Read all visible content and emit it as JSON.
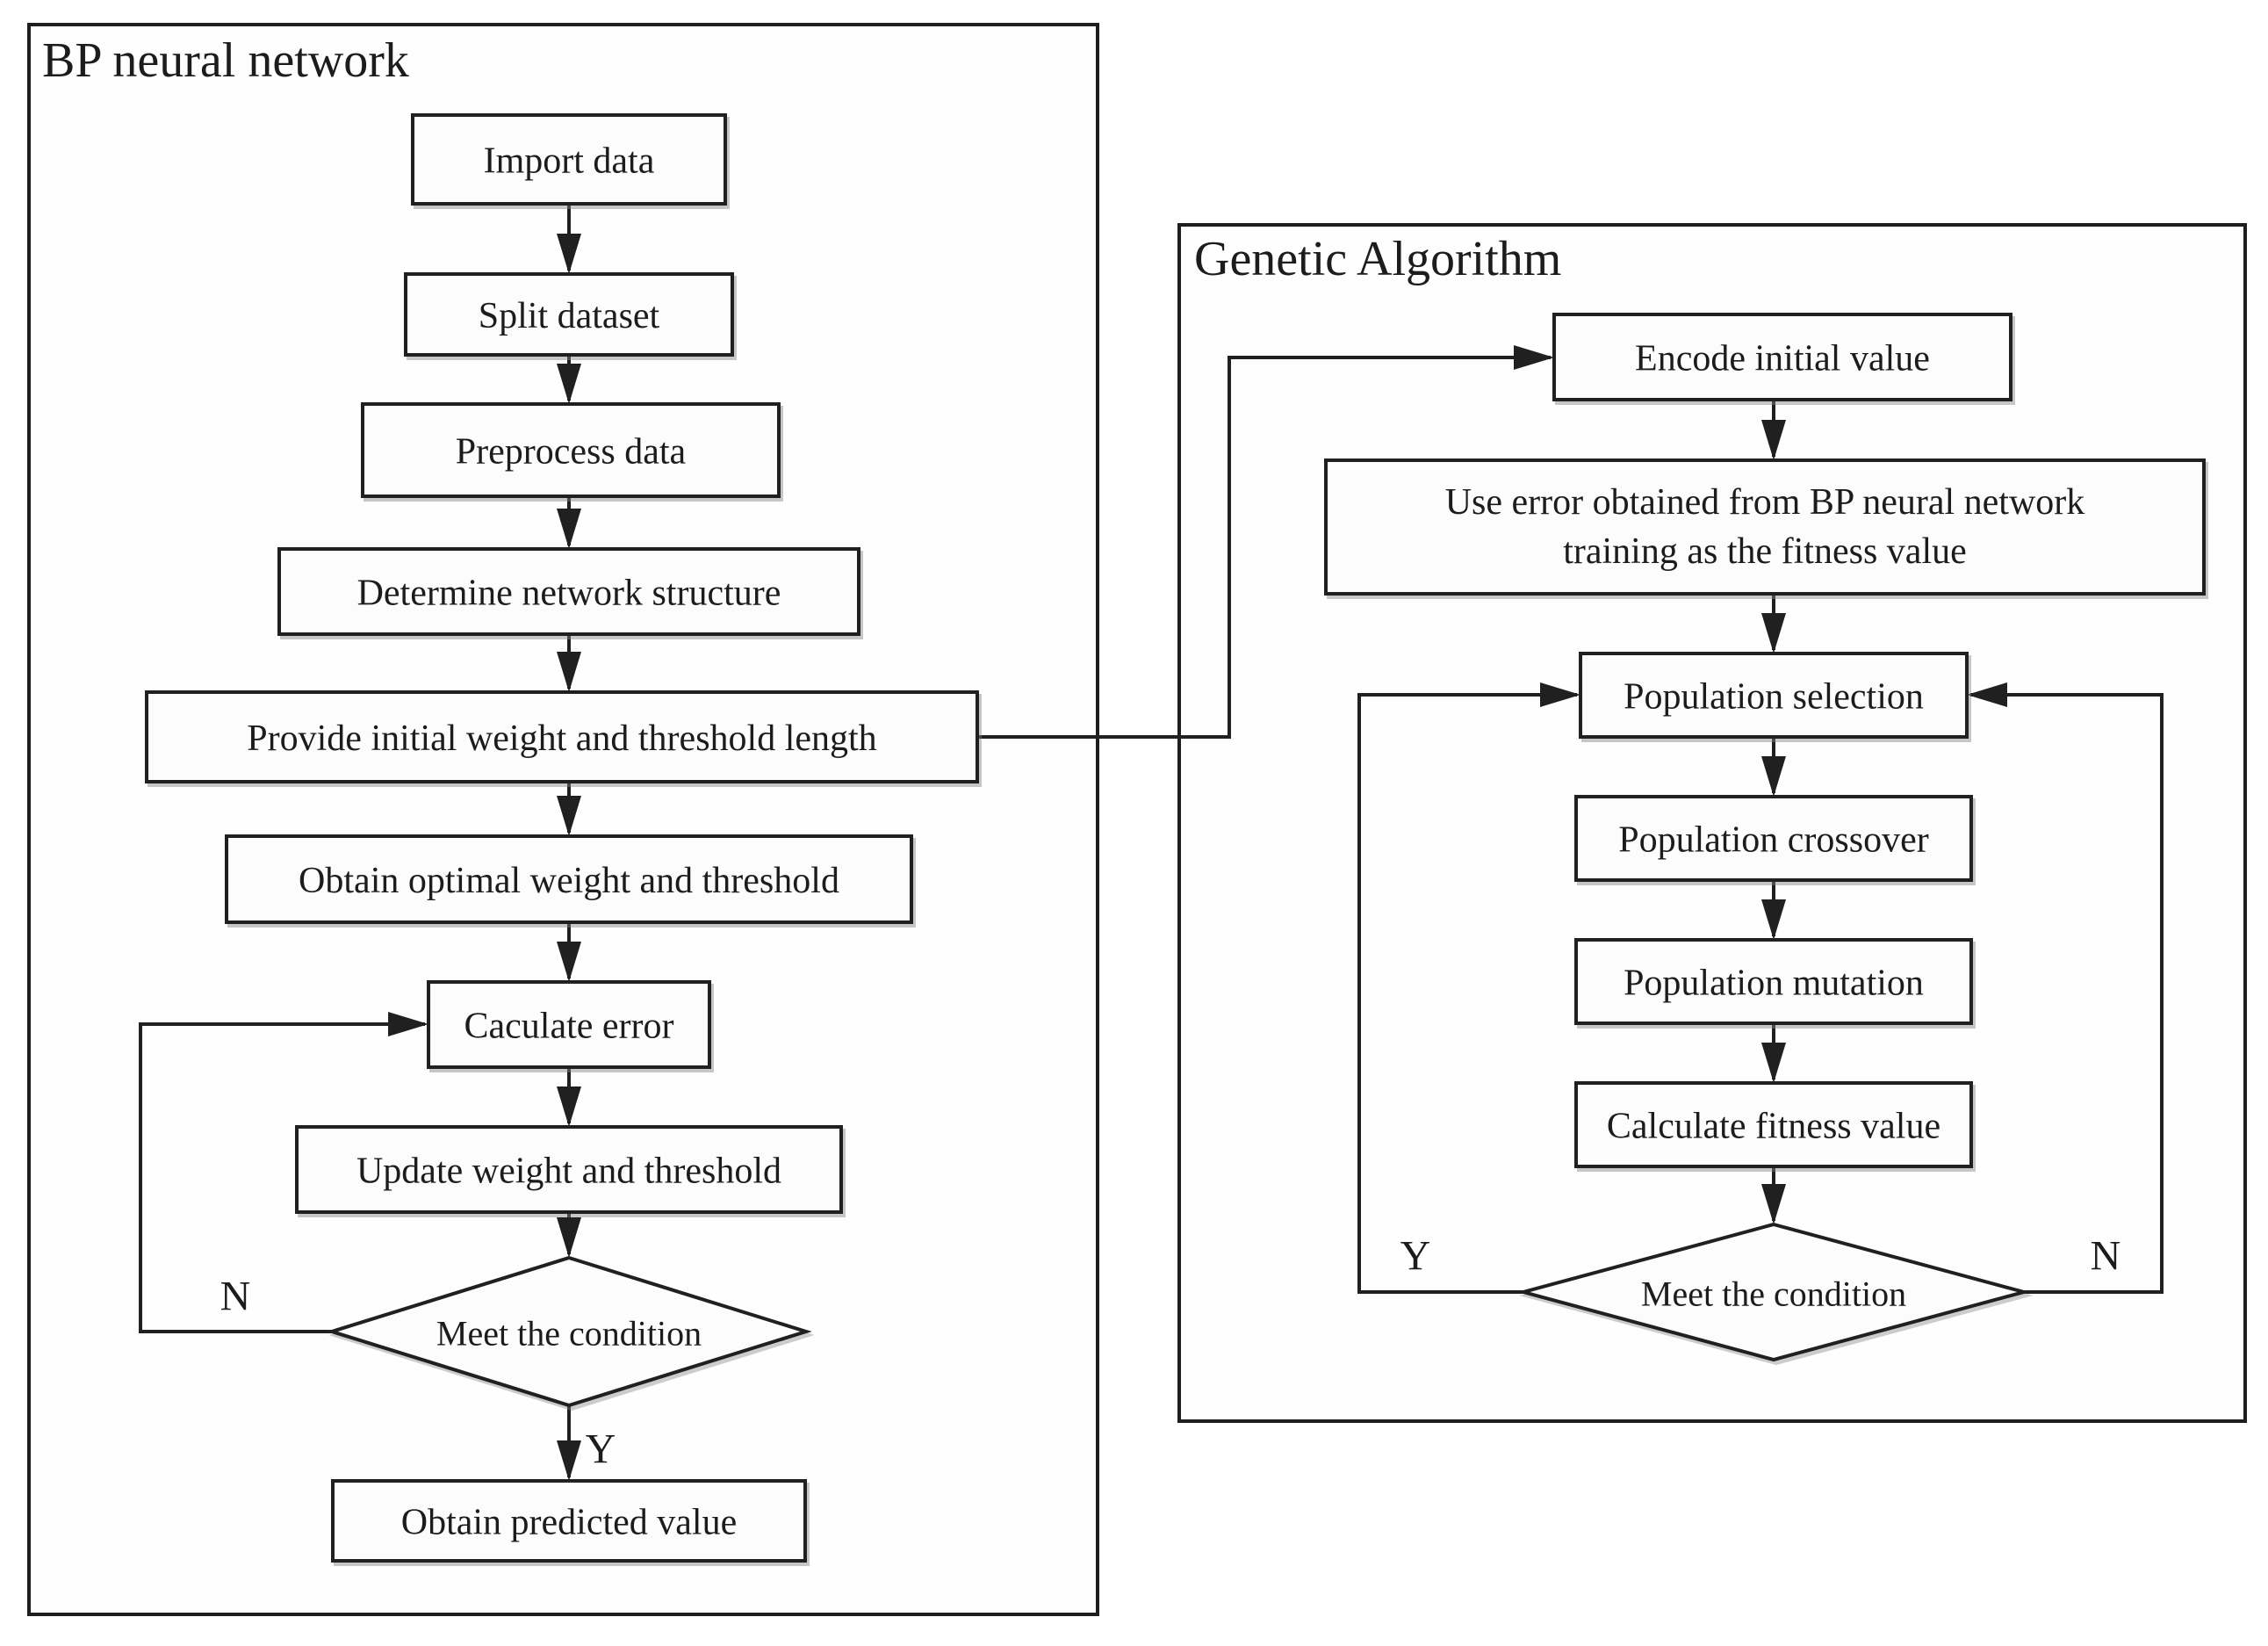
{
  "bp": {
    "title": "BP neural network",
    "nodes": {
      "import_data": "Import data",
      "split_dataset": "Split dataset",
      "preprocess_data": "Preprocess data",
      "determine_network_structure": "Determine network structure",
      "provide_initial_weight": "Provide initial weight and threshold length",
      "obtain_optimal_weight": "Obtain optimal weight and threshold",
      "calculate_error": "Caculate error",
      "update_weight_threshold": "Update weight and threshold",
      "meet_condition": "Meet the condition",
      "obtain_predicted_value": "Obtain predicted value"
    },
    "branch_no": "N",
    "branch_yes": "Y"
  },
  "ga": {
    "title": "Genetic Algorithm",
    "nodes": {
      "encode_initial_value": "Encode initial value",
      "use_error_line1": "Use error obtained from BP neural network",
      "use_error_line2": "training as the fitness value",
      "population_selection": "Population selection",
      "population_crossover": "Population crossover",
      "population_mutation": "Population mutation",
      "calculate_fitness_value": "Calculate fitness value",
      "meet_condition": "Meet the condition"
    },
    "branch_yes": "Y",
    "branch_no": "N"
  },
  "colors": {
    "stroke": "#1e1e1e",
    "box_fill": "#fcfcfc",
    "background": "#ffffff"
  }
}
